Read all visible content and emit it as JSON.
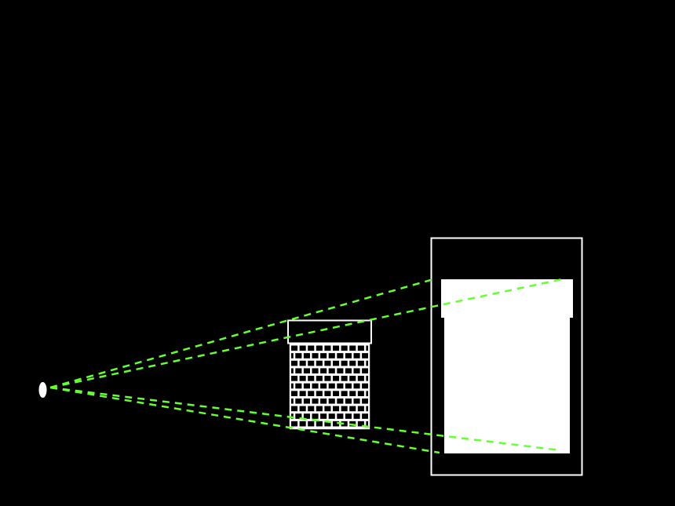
{
  "diagram": {
    "background_color": "#000000",
    "object_color": "#ffffff",
    "sight_line_color": "#66ff33",
    "elements": {
      "eye": "eye-point",
      "object": "brick-tower",
      "screen": "projection-screen",
      "projected_image": "projected-tower-image"
    },
    "sight_lines": [
      "sight-line-upper-outer",
      "sight-line-upper-inner",
      "sight-line-lower-outer",
      "sight-line-lower-inner"
    ],
    "brick_rows": 11
  }
}
